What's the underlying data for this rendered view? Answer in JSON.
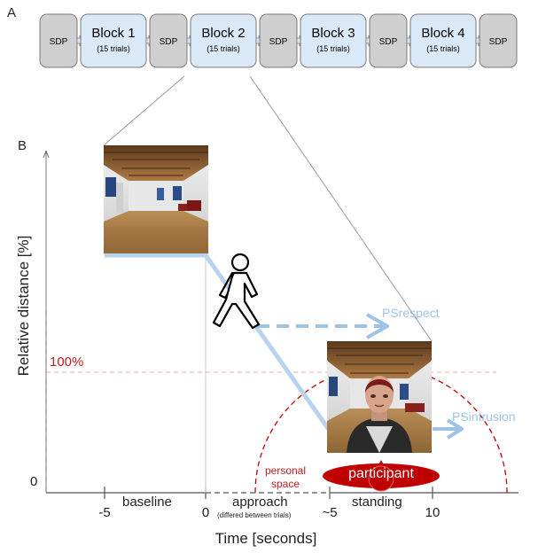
{
  "panel_a": {
    "letter": "A",
    "blocks": [
      {
        "type": "sdp",
        "label": "SDP"
      },
      {
        "type": "block",
        "title": "Block 1",
        "sub": "(15 trials)"
      },
      {
        "type": "sdp",
        "label": "SDP"
      },
      {
        "type": "block",
        "title": "Block 2",
        "sub": "(15 trials)"
      },
      {
        "type": "sdp",
        "label": "SDP"
      },
      {
        "type": "block",
        "title": "Block 3",
        "sub": "(15 trials)"
      },
      {
        "type": "sdp",
        "label": "SDP"
      },
      {
        "type": "block",
        "title": "Block 4",
        "sub": "(15 trials)"
      },
      {
        "type": "sdp",
        "label": "SDP"
      }
    ]
  },
  "panel_b": {
    "letter": "B",
    "y_axis_label": "Relative distance [%]",
    "x_axis_label": "Time [seconds]",
    "y_tick_zero": "0",
    "x_ticks": [
      "-5",
      "0",
      "~5",
      "10"
    ],
    "phases": {
      "baseline": "baseline",
      "approach": "approach",
      "approach_note": "(differed between trials)",
      "standing": "standing"
    },
    "hundred_label": "100%",
    "ps_respect": "PSrespect",
    "ps_intrusion": "PSintrusion",
    "personal_space": "personal\nspace",
    "participant": "participant"
  },
  "colors": {
    "block_fill": "#dae9f7",
    "sdp_fill": "#cfcfcf",
    "trajectory": "#b8d3ee",
    "accent_red": "#c00000",
    "axis": "#555555"
  },
  "icons": {
    "walking": "walking-person-icon",
    "room": "virtual-room-image",
    "avatar": "avatar-image",
    "arrow": "arrow-right-icon"
  }
}
